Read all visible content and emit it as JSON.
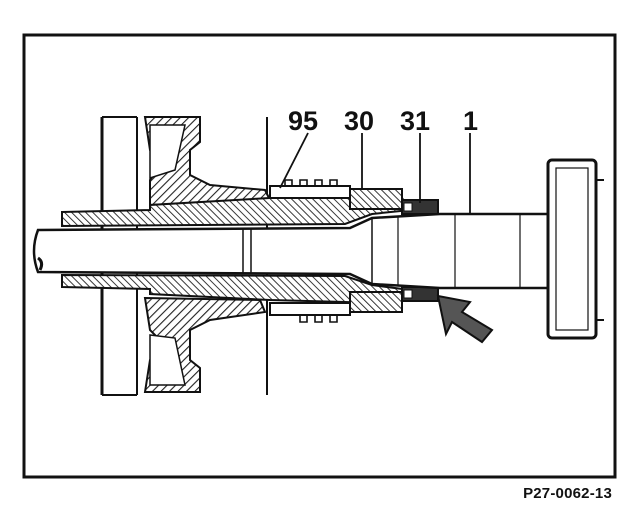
{
  "diagram": {
    "callouts": [
      "95",
      "30",
      "31",
      "1"
    ],
    "figure_id": "P27-0062-13",
    "colors": {
      "ink": "#111111",
      "paper": "#ffffff",
      "hatch": "#222222"
    }
  }
}
